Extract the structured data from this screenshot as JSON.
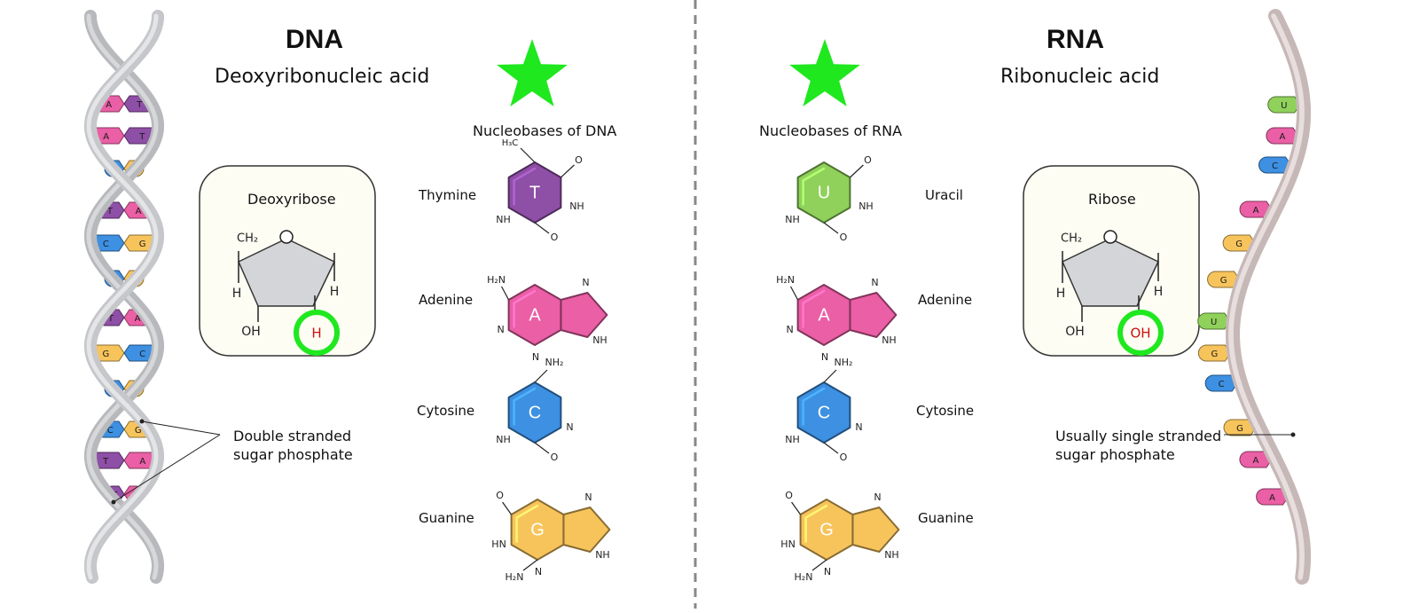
{
  "dna": {
    "title": "DNA",
    "subtitle": "Deoxyribonucleic acid",
    "bases_heading": "Nucleobases of DNA",
    "bases": [
      {
        "name": "Thymine",
        "letter": "T",
        "color": "#8e4fa6"
      },
      {
        "name": "Adenine",
        "letter": "A",
        "color": "#ea5fa5"
      },
      {
        "name": "Cytosine",
        "letter": "C",
        "color": "#3d90e2"
      },
      {
        "name": "Guanine",
        "letter": "G",
        "color": "#f7c45c"
      }
    ],
    "sugar": {
      "title": "Deoxyribose",
      "ch2": "CH₂",
      "h_left": "H",
      "h_right": "H",
      "oh": "OH",
      "highlight": "H"
    },
    "strand_note": "Double stranded\nsugar phosphate",
    "helix_pairs": [
      [
        "A",
        "T"
      ],
      [
        "A",
        "T"
      ],
      [
        "C",
        "G"
      ],
      [
        "T",
        "A"
      ],
      [
        "C",
        "G"
      ],
      [
        "C",
        "G"
      ],
      [
        "T",
        "A"
      ],
      [
        "G",
        "C"
      ],
      [
        "C",
        "G"
      ],
      [
        "C",
        "G"
      ],
      [
        "T",
        "A"
      ],
      [
        "T",
        "A"
      ]
    ]
  },
  "rna": {
    "title": "RNA",
    "subtitle": "Ribonucleic acid",
    "bases_heading": "Nucleobases of RNA",
    "bases": [
      {
        "name": "Uracil",
        "letter": "U",
        "color": "#8fd15a"
      },
      {
        "name": "Adenine",
        "letter": "A",
        "color": "#ea5fa5"
      },
      {
        "name": "Cytosine",
        "letter": "C",
        "color": "#3d90e2"
      },
      {
        "name": "Guanine",
        "letter": "G",
        "color": "#f7c45c"
      }
    ],
    "sugar": {
      "title": "Ribose",
      "ch2": "CH₂",
      "h_left": "H",
      "h_right": "H",
      "oh": "OH",
      "highlight": "OH"
    },
    "strand_note": "Usually single stranded\nsugar phosphate",
    "helix_bases": [
      "U",
      "A",
      "C",
      "A",
      "G",
      "G",
      "U",
      "G",
      "C",
      "G",
      "A",
      "A"
    ]
  },
  "atoms": {
    "o": "O",
    "n": "N",
    "nh": "NH",
    "hn": "HN",
    "h2n": "H₂N",
    "nh2": "NH₂",
    "h3c": "H₃C"
  },
  "colors": {
    "star": "#1fe81f",
    "highlight_ring": "#1fe81f",
    "highlight_text": "#cc1111",
    "sugar_box_fill": "#fdfdf3",
    "divider": "#888888"
  }
}
